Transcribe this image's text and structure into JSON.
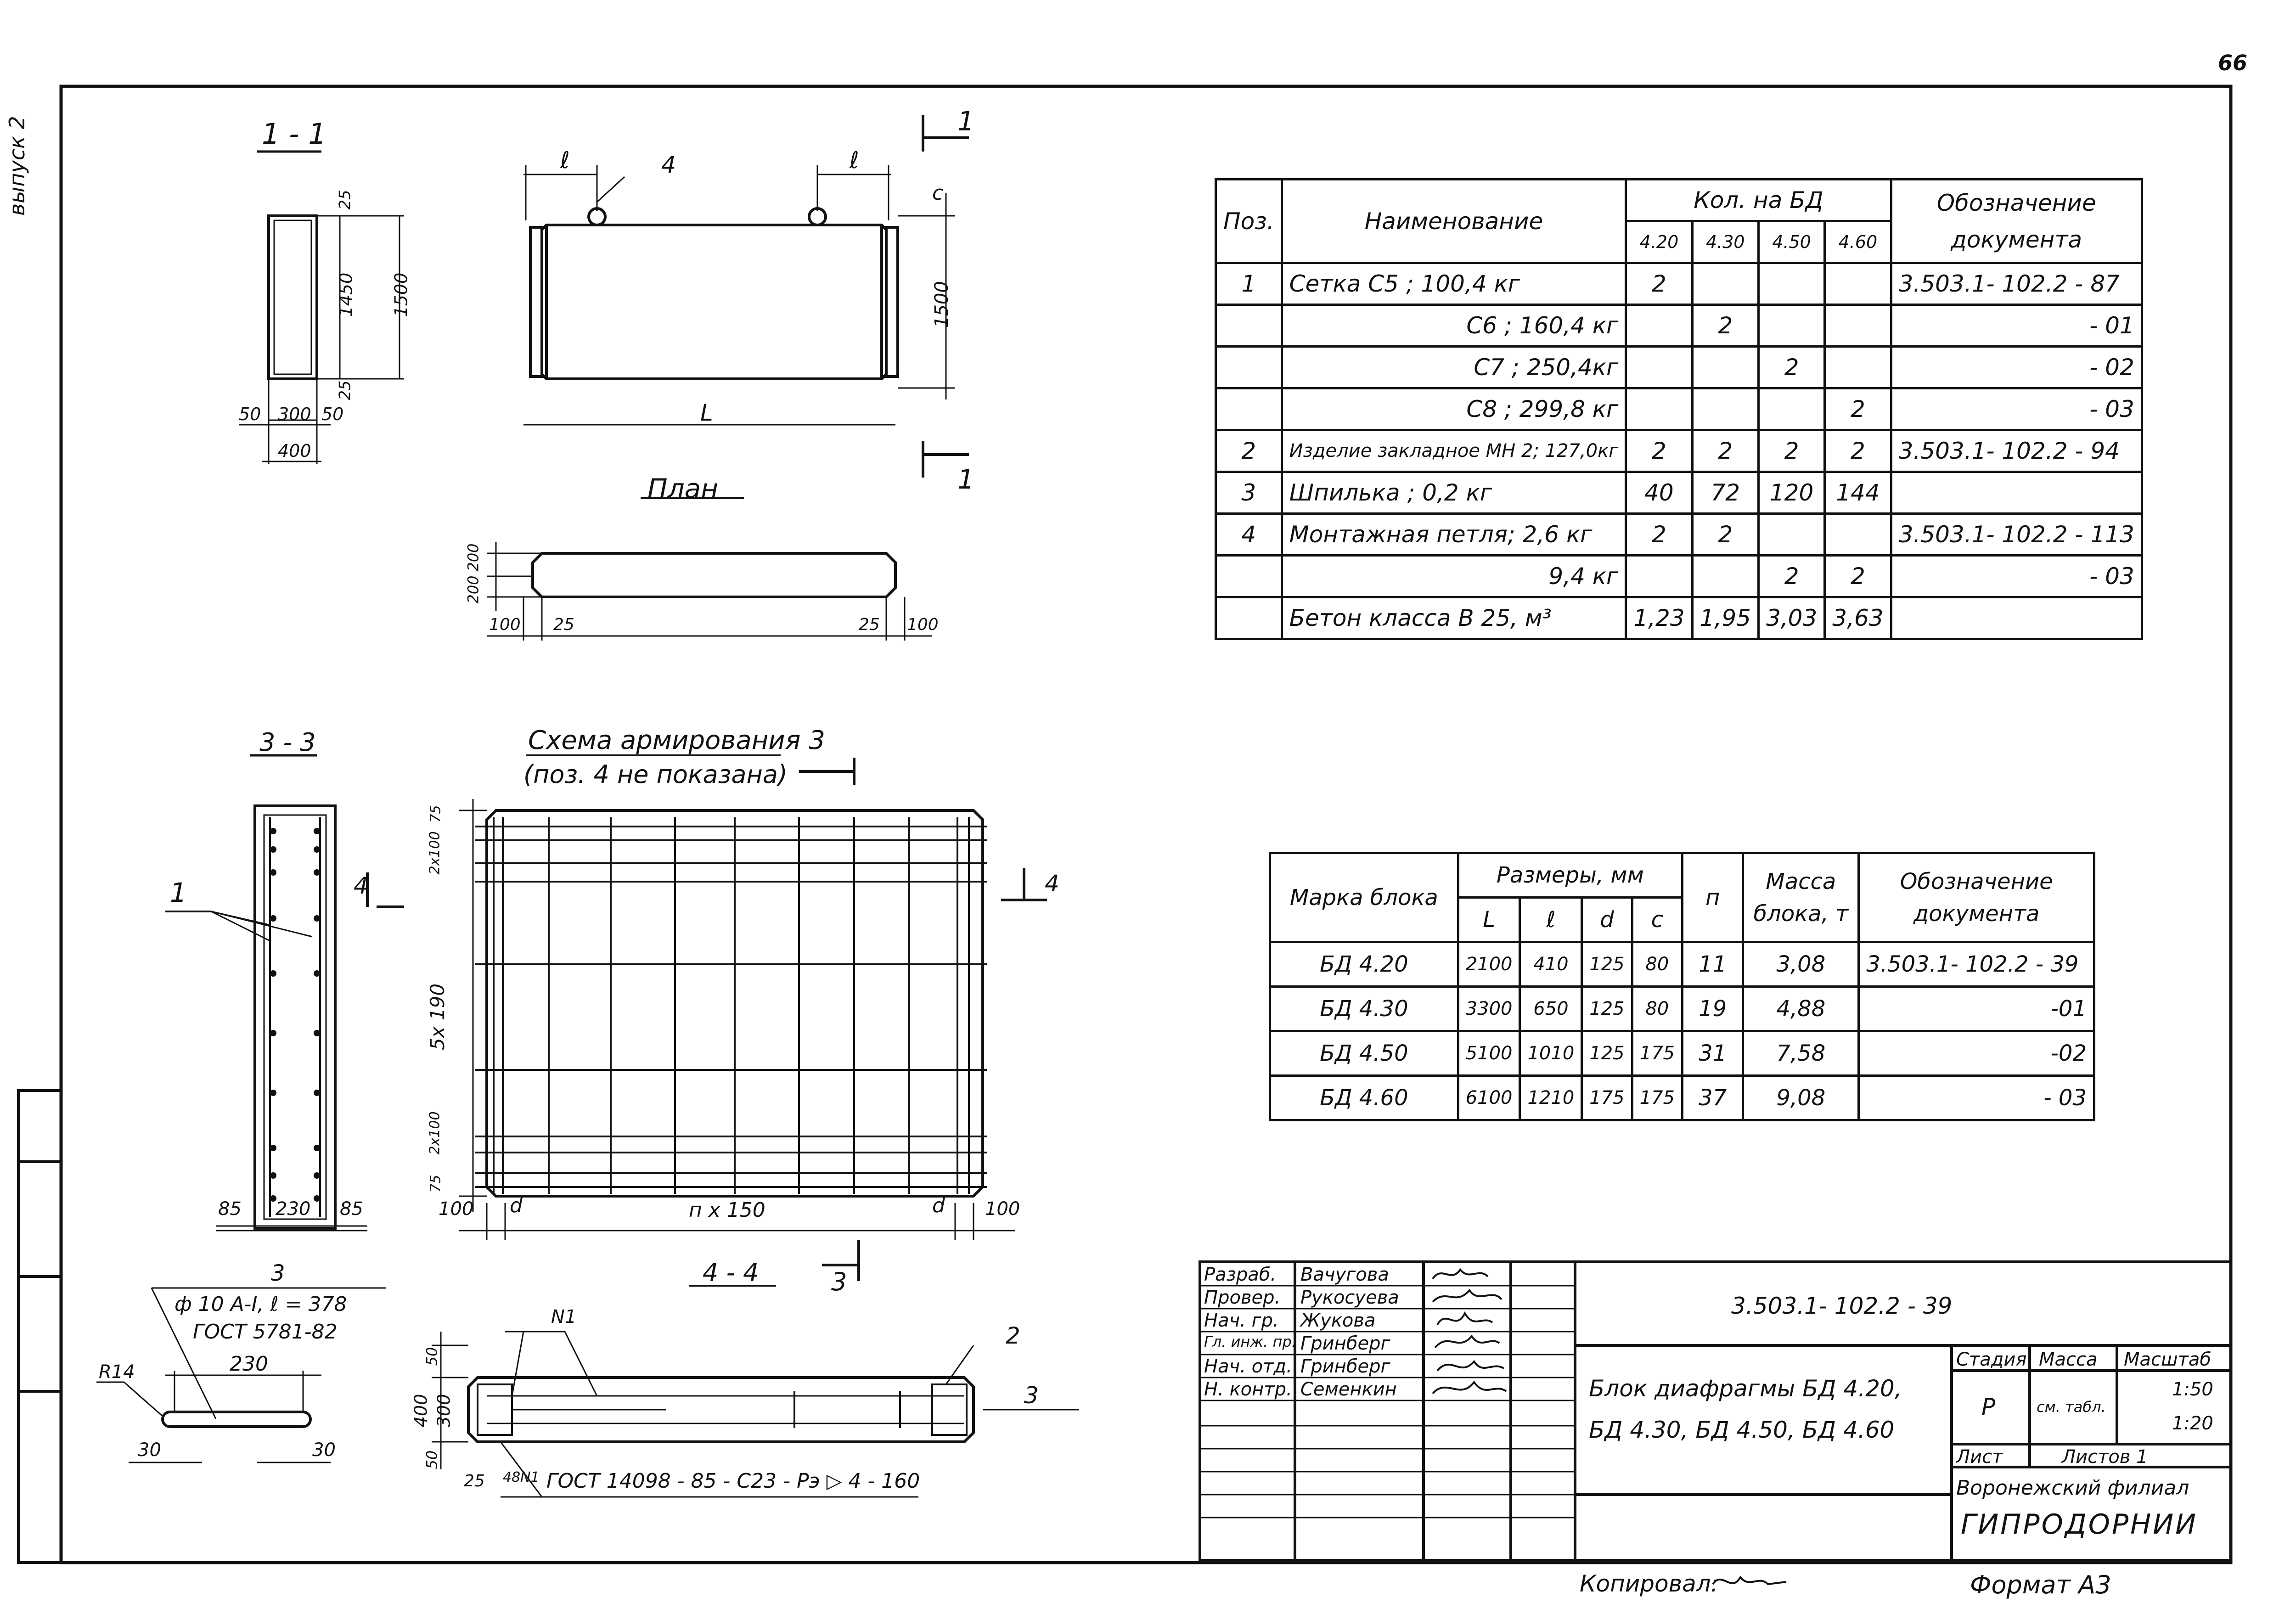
{
  "page_number": "66",
  "side_label": "выпуск 2",
  "section_1_1": {
    "title": "1 - 1",
    "dims": [
      "25",
      "1450",
      "1500",
      "25",
      "50",
      "300",
      "50",
      "400"
    ]
  },
  "plan_view": {
    "title": "План",
    "labels": [
      "ℓ",
      "4",
      "ℓ",
      "c",
      "1500",
      "L",
      "1",
      "1"
    ],
    "plan_dims": [
      "200",
      "200",
      "100",
      "25",
      "25",
      "100"
    ]
  },
  "section_3_3": {
    "title": "3 - 3",
    "pointer": "1",
    "cut_label": "4",
    "dims": [
      "85",
      "230",
      "85"
    ]
  },
  "scheme": {
    "title": "Схема армирования 3",
    "subtitle": "(поз. 4 не показана)",
    "cut_label": "4",
    "cut_label_bottom": "3",
    "left_dims": [
      "75",
      "2x100",
      "5x 190",
      "75",
      "2x100"
    ],
    "bottom_dims": [
      "100",
      "d",
      "п x 150",
      "d",
      "100"
    ]
  },
  "detail_3": {
    "title": "3",
    "lines": [
      "ф 10  А-I,  ℓ = 378",
      "ГОСТ 5781-82"
    ],
    "dims": [
      "R14",
      "230",
      "30",
      "30"
    ]
  },
  "section_4_4": {
    "title": "4 - 4",
    "labels": [
      "N1",
      "2",
      "3"
    ],
    "dims": [
      "50",
      "400",
      "300",
      "50",
      "25",
      "48N1"
    ],
    "weld_note": "ГОСТ 14098 - 85 - С23 - Рэ ▷ 4 - 160"
  },
  "spec_table": {
    "headers": {
      "pos": "Поз.",
      "name": "Наименование",
      "qty": "Кол. на БД",
      "doc": "Обозначение документа",
      "sub": [
        "4.20",
        "4.30",
        "4.50",
        "4.60"
      ]
    },
    "rows": [
      {
        "pos": "1",
        "name": "Сетка С5 ;   100,4 кг",
        "q": [
          "2",
          "",
          "",
          ""
        ],
        "doc": "3.503.1- 102.2 - 87"
      },
      {
        "pos": "",
        "name": "С6 ;   160,4 кг",
        "q": [
          "",
          "2",
          "",
          ""
        ],
        "doc": "- 01"
      },
      {
        "pos": "",
        "name": "С7 ;   250,4кг",
        "q": [
          "",
          "",
          "2",
          ""
        ],
        "doc": "- 02"
      },
      {
        "pos": "",
        "name": "С8 ;   299,8 кг",
        "q": [
          "",
          "",
          "",
          "2"
        ],
        "doc": "- 03"
      },
      {
        "pos": "2",
        "name": "Изделие закладное МН 2; 127,0кг",
        "q": [
          "2",
          "2",
          "2",
          "2"
        ],
        "doc": "3.503.1- 102.2 - 94"
      },
      {
        "pos": "3",
        "name": "Шпилька ;  0,2 кг",
        "q": [
          "40",
          "72",
          "120",
          "144"
        ],
        "doc": ""
      },
      {
        "pos": "4",
        "name": "Монтажная петля; 2,6 кг",
        "q": [
          "2",
          "2",
          "",
          ""
        ],
        "doc": "3.503.1- 102.2 - 113"
      },
      {
        "pos": "",
        "name": "9,4 кг",
        "q": [
          "",
          "",
          "2",
          "2"
        ],
        "doc": "- 03"
      },
      {
        "pos": "",
        "name": "Бетон класса В 25,  м³",
        "q": [
          "1,23",
          "1,95",
          "3,03",
          "3,63"
        ],
        "doc": ""
      }
    ]
  },
  "block_table": {
    "headers": {
      "mark": "Марка блока",
      "sizes": "Размеры, мм",
      "sub": [
        "L",
        "ℓ",
        "d",
        "c"
      ],
      "n": "п",
      "mass": "Масса блока, т",
      "doc": "Обозначение документа"
    },
    "rows": [
      {
        "mark": "БД  4.20",
        "L": "2100",
        "l": "410",
        "d": "125",
        "c": "80",
        "n": "11",
        "mass": "3,08",
        "doc": "3.503.1- 102.2 - 39"
      },
      {
        "mark": "БД  4.30",
        "L": "3300",
        "l": "650",
        "d": "125",
        "c": "80",
        "n": "19",
        "mass": "4,88",
        "doc": "-01"
      },
      {
        "mark": "БД  4.50",
        "L": "5100",
        "l": "1010",
        "d": "125",
        "c": "175",
        "n": "31",
        "mass": "7,58",
        "doc": "-02"
      },
      {
        "mark": "БД  4.60",
        "L": "6100",
        "l": "1210",
        "d": "175",
        "c": "175",
        "n": "37",
        "mass": "9,08",
        "doc": "- 03"
      }
    ]
  },
  "title_block": {
    "roles": [
      "Разраб.",
      "Провер.",
      "Нач. гр.",
      "Гл. инж. пр.",
      "Нач. отд.",
      "Н. контр."
    ],
    "names": [
      "Вачугова",
      "Рукосуева",
      "Жукова",
      "Гринберг",
      "Гринберг",
      "Семенкин"
    ],
    "doc_number": "3.503.1- 102.2 - 39",
    "title_line1": "Блок диафрагмы  БД 4.20,",
    "title_line2": "БД 4.30,  БД 4.50,  БД 4.60",
    "stage_label": "Стадия",
    "mass_label": "Масса",
    "scale_label": "Масштаб",
    "stage_value": "Р",
    "mass_value": "см. табл.",
    "scale_values": [
      "1:50",
      "1:20"
    ],
    "sheet_label": "Лист",
    "sheets_label": "Листов 1",
    "org_line1": "Воронежский филиал",
    "org_line2": "ГИПРОДОРНИИ"
  },
  "footer": {
    "copied": "Копировал:",
    "format": "Формат  А3"
  }
}
